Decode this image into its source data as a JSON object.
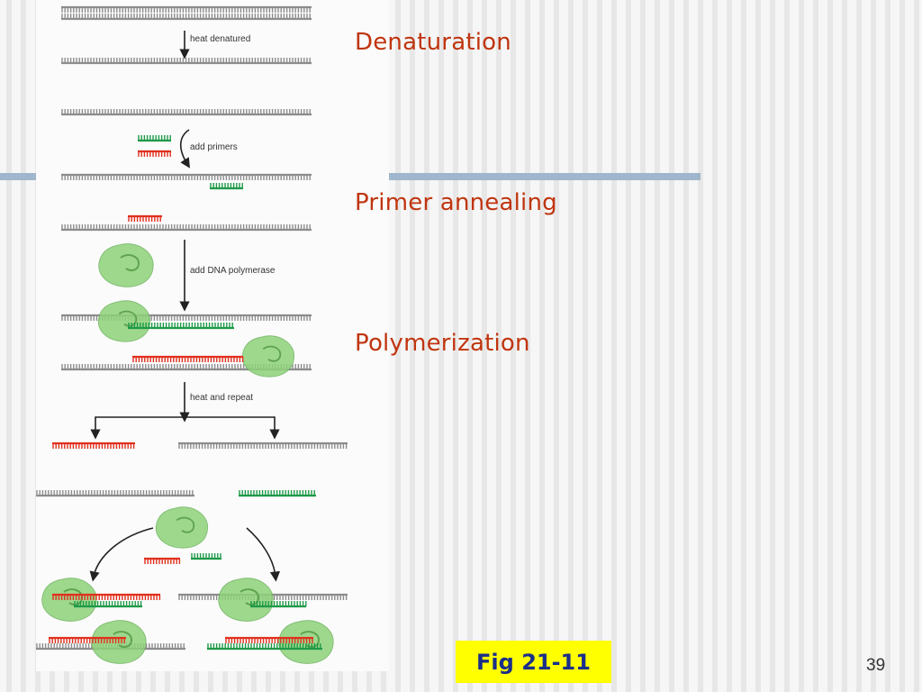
{
  "slide": {
    "steps": [
      "Denaturation",
      "Primer annealing",
      "Polymerization"
    ],
    "figure_label": "Fig 21-11",
    "page_number": "39"
  },
  "diagram": {
    "captions": {
      "heat": "heat denatured",
      "primers": "add primers",
      "polymerase": "add DNA polymerase",
      "repeat": "heat and repeat"
    },
    "colors": {
      "template_strand": "#8c8c8c",
      "primer_red": "#e0301e",
      "primer_green": "#1e9a48",
      "polymerase": "#8ed27a",
      "title_text": "#c0350f",
      "figure_label_bg": "#ffff00",
      "figure_label_text": "#1a2f8a",
      "band": "#9fb6cc"
    }
  }
}
